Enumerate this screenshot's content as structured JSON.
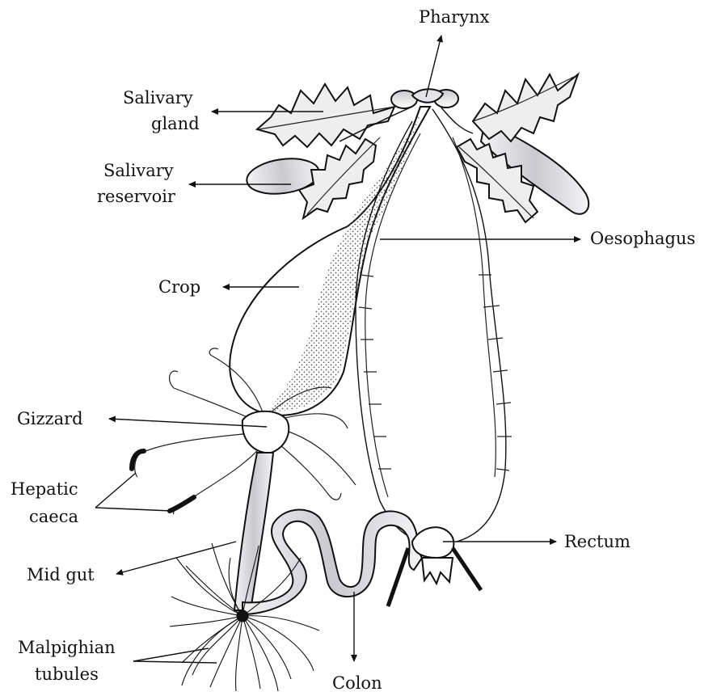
{
  "diagram": {
    "labels": {
      "pharynx": "Pharynx",
      "salivary_gland_1": "Salivary",
      "salivary_gland_2": "gland",
      "salivary_reservoir_1": "Salivary",
      "salivary_reservoir_2": "reservoir",
      "oesophagus": "Oesophagus",
      "crop": "Crop",
      "gizzard": "Gizzard",
      "hepatic_caeca_1": "Hepatic",
      "hepatic_caeca_2": "caeca",
      "rectum": "Rectum",
      "mid_gut": "Mid gut",
      "malpighian_1": "Malpighian",
      "malpighian_2": "tubules",
      "colon": "Colon"
    },
    "colors": {
      "line": "#111111",
      "shade": "#d6d6da",
      "stipple": "#555555"
    }
  }
}
